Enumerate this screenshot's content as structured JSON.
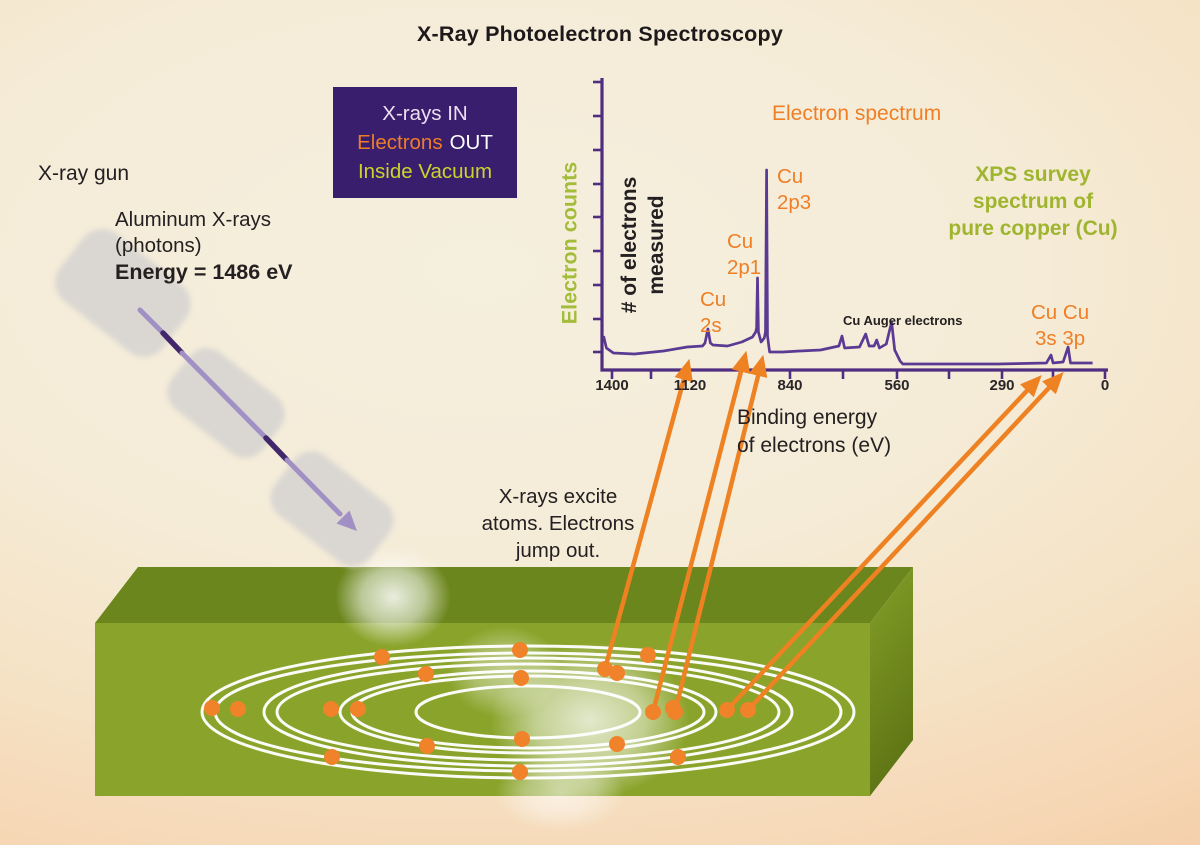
{
  "title": "X-Ray Photoelectron Spectroscopy",
  "legend_box": {
    "line1": "X-rays IN",
    "line2_a": "Electrons",
    "line2_b": "OUT",
    "line3": "Inside Vacuum"
  },
  "gun": {
    "label": "X-ray gun",
    "line1": "Aluminum X-rays",
    "line2": "(photons)",
    "line3": "Energy = 1486 eV"
  },
  "excite": {
    "line1": "X-rays excite",
    "line2": "atoms. Electrons",
    "line3": "jump out."
  },
  "chart": {
    "electron_spectrum_label": "Electron spectrum",
    "survey_line1": "XPS survey",
    "survey_line2": "spectrum of",
    "survey_line3": "pure copper (Cu)",
    "y_label_outer": "Electron counts",
    "y_label_inner_1": "# of electrons",
    "y_label_inner_2": "measured",
    "x_label_line1": "Binding energy",
    "x_label_line2": "of electrons (eV)",
    "ticks": [
      "1400",
      "1120",
      "840",
      "560",
      "290",
      "0"
    ],
    "peak_labels": {
      "cu2s_1": "Cu",
      "cu2s_2": "2s",
      "cu2p1_1": "Cu",
      "cu2p1_2": "2p1",
      "cu2p3_1": "Cu",
      "cu2p3_2": "2p3",
      "auger": "Cu Auger electrons",
      "cu3_1": "Cu Cu",
      "cu3_2": "3s 3p"
    }
  },
  "chart_data": {
    "type": "line",
    "title": "XPS survey spectrum of pure copper (Cu)",
    "xlabel": "Binding energy of electrons (eV)",
    "ylabel": "Electron counts (# of electrons measured)",
    "x_axis_reversed": true,
    "x_ticks": [
      1400,
      1120,
      840,
      560,
      290,
      0
    ],
    "xlim": [
      1430,
      0
    ],
    "grid": false,
    "peaks": [
      {
        "label": "Cu 2s",
        "binding_energy_eV": 1070,
        "relative_counts": 39
      },
      {
        "label": "Cu 2p1",
        "binding_energy_eV": 931,
        "relative_counts": 90
      },
      {
        "label": "Cu 2p3",
        "binding_energy_eV": 905,
        "relative_counts": 198
      },
      {
        "label": "Cu Auger electrons",
        "binding_energy_eV": 574,
        "relative_counts": 46
      },
      {
        "label": "Cu 3s",
        "binding_energy_eV": 152,
        "relative_counts": 13
      },
      {
        "label": "Cu 3p",
        "binding_energy_eV": 104,
        "relative_counts": 21
      }
    ],
    "series": [
      {
        "name": "Electron counts",
        "points": [
          [
            1430,
            32
          ],
          [
            1420,
            20
          ],
          [
            1395,
            15
          ],
          [
            1320,
            14
          ],
          [
            1215,
            17
          ],
          [
            1130,
            21
          ],
          [
            1085,
            22
          ],
          [
            1078,
            25
          ],
          [
            1070,
            39
          ],
          [
            1063,
            25
          ],
          [
            1056,
            23
          ],
          [
            1015,
            22
          ],
          [
            975,
            26
          ],
          [
            945,
            31
          ],
          [
            936,
            36
          ],
          [
            933.5,
            40
          ],
          [
            931,
            90
          ],
          [
            928.5,
            36
          ],
          [
            921,
            26
          ],
          [
            912,
            30
          ],
          [
            908.5,
            36
          ],
          [
            905.5,
            198
          ],
          [
            903,
            32
          ],
          [
            897,
            16
          ],
          [
            860,
            16
          ],
          [
            815,
            17
          ],
          [
            760,
            18
          ],
          [
            712,
            22
          ],
          [
            704,
            32
          ],
          [
            697,
            20
          ],
          [
            658,
            21
          ],
          [
            642,
            34
          ],
          [
            633,
            22
          ],
          [
            620,
            22
          ],
          [
            613,
            28
          ],
          [
            606,
            20
          ],
          [
            588,
            24
          ],
          [
            574,
            46
          ],
          [
            566,
            18
          ],
          [
            552,
            7
          ],
          [
            545,
            4
          ],
          [
            460,
            4
          ],
          [
            300,
            4
          ],
          [
            165,
            5
          ],
          [
            152,
            13
          ],
          [
            146,
            5
          ],
          [
            118,
            6
          ],
          [
            104,
            21
          ],
          [
            97,
            5
          ],
          [
            60,
            5
          ],
          [
            35,
            5
          ]
        ]
      }
    ]
  },
  "colors": {
    "background_cream": "#f5efde",
    "background_peach": "#f3c9a2",
    "purple_box": "#3a1e6e",
    "purple_line": "#5a3a92",
    "orange": "#ee8122",
    "green_text": "#9fb52f",
    "slab_top": "#6b861c",
    "slab_front": "#8aa32a",
    "slab_side": "#7f9c24",
    "gun_gray": "#d8d5d2",
    "beam_dark": "#43276b",
    "beam_light": "#a090c4"
  }
}
